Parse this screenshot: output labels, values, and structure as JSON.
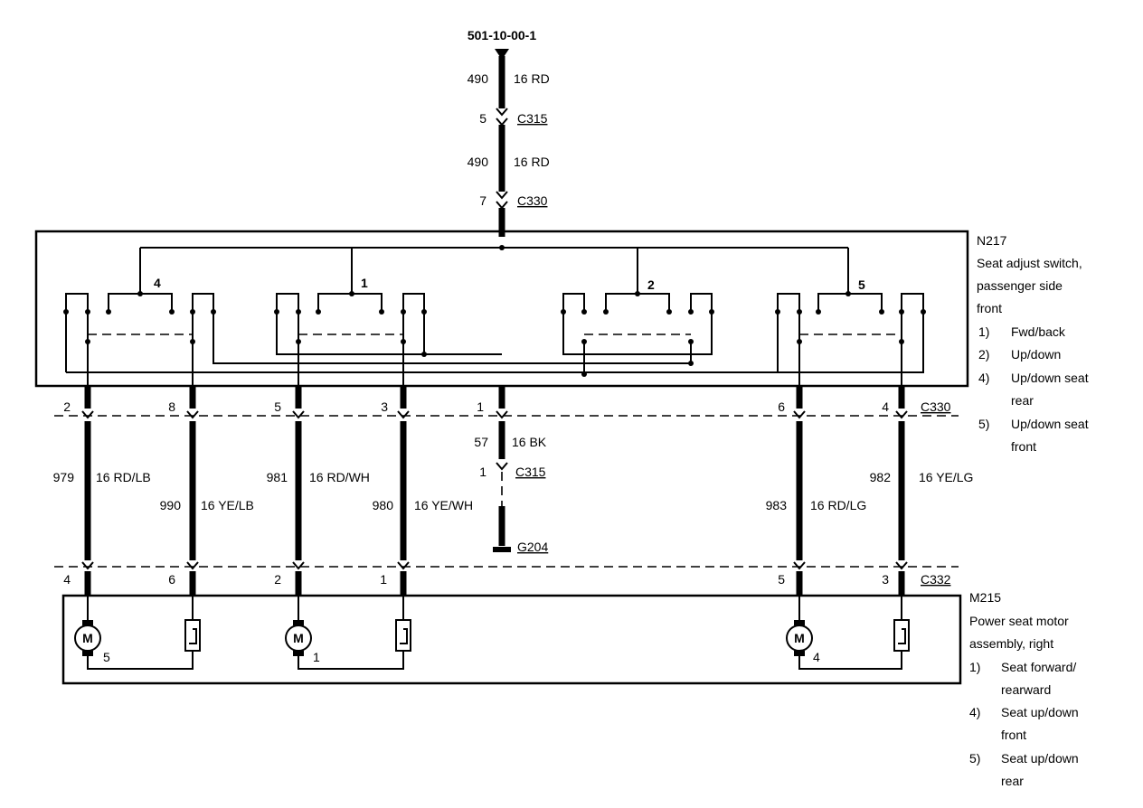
{
  "top_connector": "501-10-00-1",
  "feed": {
    "circuit_1": "490",
    "wire_1": "16 RD",
    "pin_c315": "5",
    "c315": "C315",
    "circuit_2": "490",
    "wire_2": "16 RD",
    "pin_c330": "7",
    "c330": "C330"
  },
  "switch": {
    "id": "N217",
    "desc": [
      "Seat adjust switch,",
      "passenger side",
      "front"
    ],
    "legend": [
      {
        "num": "1)",
        "lines": [
          "Fwd/back"
        ]
      },
      {
        "num": "2)",
        "lines": [
          "Up/down"
        ]
      },
      {
        "num": "4)",
        "lines": [
          "Up/down seat",
          "rear"
        ]
      },
      {
        "num": "5)",
        "lines": [
          "Up/down seat",
          "front"
        ]
      }
    ],
    "section_labels": [
      "4",
      "1",
      "2",
      "5"
    ]
  },
  "c330_row": {
    "pins": [
      "2",
      "8",
      "5",
      "3",
      "1",
      "6",
      "4"
    ],
    "label": "C330"
  },
  "wires": [
    {
      "circuit": "979",
      "color": "16 RD/LB"
    },
    {
      "circuit": "990",
      "color": "16 YE/LB"
    },
    {
      "circuit": "981",
      "color": "16 RD/WH"
    },
    {
      "circuit": "980",
      "color": "16 YE/WH"
    },
    {
      "circuit": "983",
      "color": "16 RD/LG"
    },
    {
      "circuit": "982",
      "color": "16 YE/LG"
    }
  ],
  "ground": {
    "circuit": "57",
    "color": "16 BK",
    "pin_c315": "1",
    "c315": "C315",
    "g": "G204"
  },
  "c332_row": {
    "pins": [
      "4",
      "6",
      "2",
      "1",
      "5",
      "3"
    ],
    "label": "C332"
  },
  "motor": {
    "id": "M215",
    "desc": [
      "Power seat motor",
      "assembly, right"
    ],
    "motor_symbol": "M",
    "motor_labels": [
      "5",
      "1",
      "4"
    ],
    "legend": [
      {
        "num": "1)",
        "lines": [
          "Seat forward/",
          "rearward"
        ]
      },
      {
        "num": "4)",
        "lines": [
          "Seat up/down",
          "front"
        ]
      },
      {
        "num": "5)",
        "lines": [
          "Seat up/down",
          "rear"
        ]
      }
    ]
  }
}
